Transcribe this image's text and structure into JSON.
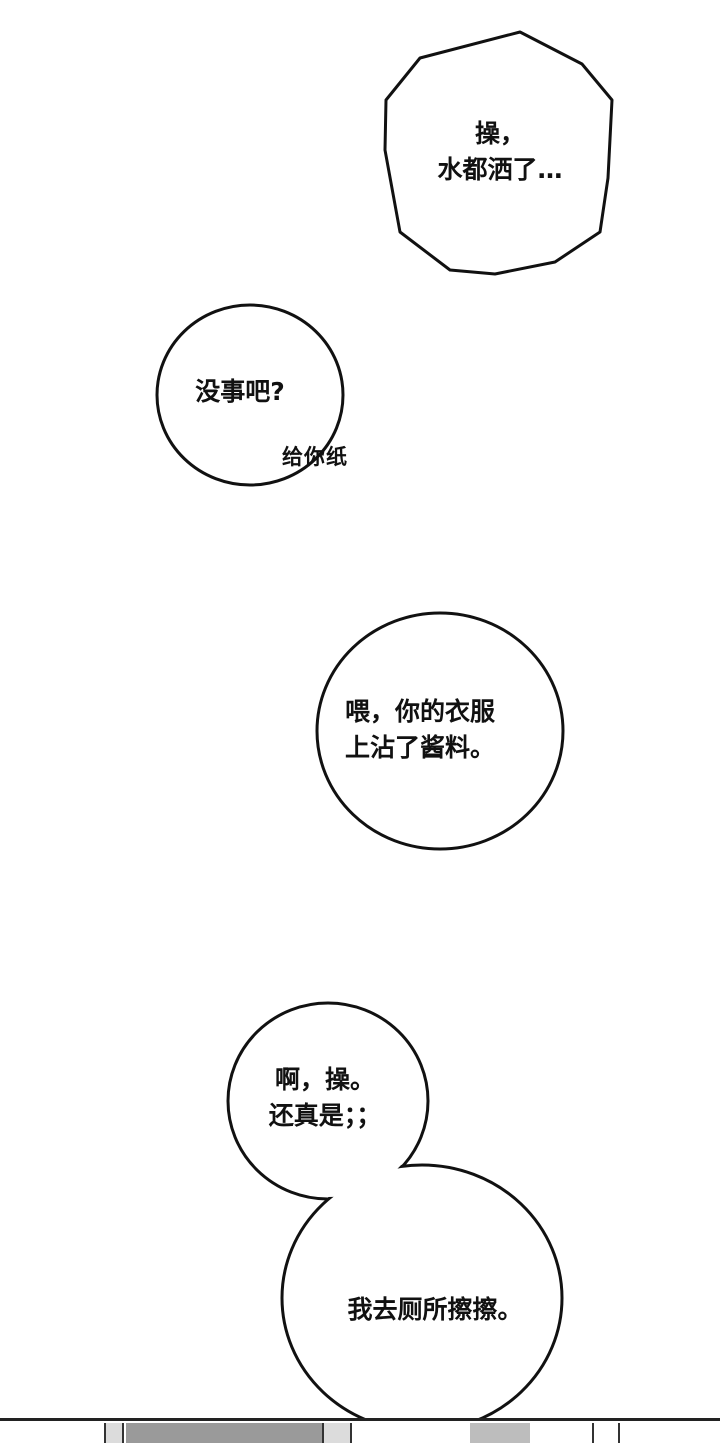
{
  "bubbles": [
    {
      "id": "b1",
      "lines": [
        "操，",
        "水都洒了…"
      ]
    },
    {
      "id": "b2",
      "lines": [
        "没事吧?"
      ]
    },
    {
      "id": "b3",
      "lines": [
        "喂，你的衣服",
        "上沾了酱料。"
      ]
    },
    {
      "id": "b4",
      "lines": [
        "啊，操。",
        "还真是；；"
      ]
    },
    {
      "id": "b5",
      "lines": [
        "我去厕所擦擦。"
      ]
    }
  ],
  "sfx": {
    "paper": "给你纸"
  }
}
